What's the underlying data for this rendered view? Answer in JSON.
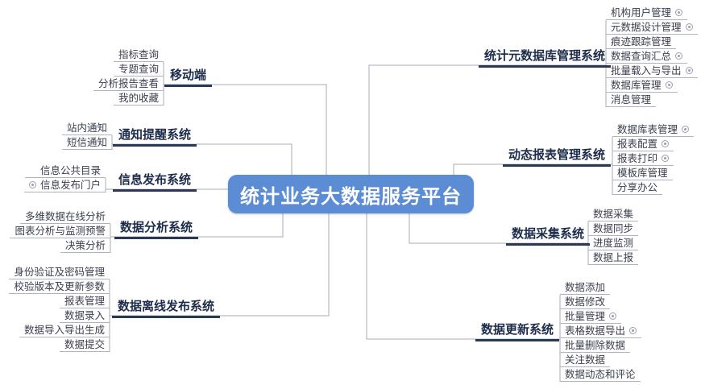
{
  "center": {
    "title": "统计业务大数据服务平台"
  },
  "colors": {
    "center_node_blue": "#5b8cd4",
    "branch_underline_dark": "#2a3854",
    "connector_gray": "#a6acb8"
  },
  "branches": [
    {
      "label": "移动端",
      "side": "left",
      "children": [
        {
          "label": "指标查询"
        },
        {
          "label": "专题查询"
        },
        {
          "label": "分析报告查看"
        },
        {
          "label": "我的收藏"
        }
      ]
    },
    {
      "label": "通知提醒系统",
      "side": "left",
      "children": [
        {
          "label": "站内通知"
        },
        {
          "label": "短信通知"
        }
      ]
    },
    {
      "label": "信息发布系统",
      "side": "left",
      "children": [
        {
          "label": "信息公共目录"
        },
        {
          "label": "信息发布门户",
          "icon": "circle-dot-icon"
        }
      ]
    },
    {
      "label": "数据分析系统",
      "side": "left",
      "children": [
        {
          "label": "多维数据在线分析"
        },
        {
          "label": "图表分析与监测预警"
        },
        {
          "label": "决策分析"
        }
      ]
    },
    {
      "label": "数据离线发布系统",
      "side": "left",
      "children": [
        {
          "label": "身份验证及密码管理"
        },
        {
          "label": "校验版本及更新参数"
        },
        {
          "label": "报表管理"
        },
        {
          "label": "数据录入"
        },
        {
          "label": "数据导入导出生成"
        },
        {
          "label": "数据提交"
        }
      ]
    },
    {
      "label": "统计元数据库管理系统",
      "side": "right",
      "children": [
        {
          "label": "机构用户管理",
          "icon": "circle-dot-icon"
        },
        {
          "label": "元数据设计管理",
          "icon": "circle-dot-icon"
        },
        {
          "label": "痕迹跟踪管理"
        },
        {
          "label": "数据查询汇总",
          "icon": "circle-dot-icon"
        },
        {
          "label": "批量载入与导出",
          "icon": "circle-dot-icon"
        },
        {
          "label": "数据库管理",
          "icon": "circle-dot-icon"
        },
        {
          "label": "消息管理"
        }
      ]
    },
    {
      "label": "动态报表管理系统",
      "side": "right",
      "children": [
        {
          "label": "数据库表管理",
          "icon": "circle-dot-icon"
        },
        {
          "label": "报表配置",
          "icon": "circle-dot-icon"
        },
        {
          "label": "报表打印",
          "icon": "circle-dot-icon"
        },
        {
          "label": "模板库管理"
        },
        {
          "label": "分享办公"
        }
      ]
    },
    {
      "label": "数据采集系统",
      "side": "right",
      "children": [
        {
          "label": "数据采集"
        },
        {
          "label": "数据同步"
        },
        {
          "label": "进度监测"
        },
        {
          "label": "数据上报"
        }
      ]
    },
    {
      "label": "数据更新系统",
      "side": "right",
      "children": [
        {
          "label": "数据添加"
        },
        {
          "label": "数据修改"
        },
        {
          "label": "批量管理",
          "icon": "circle-dot-icon"
        },
        {
          "label": "表格数据导出",
          "icon": "circle-dot-icon"
        },
        {
          "label": "批量删除数据"
        },
        {
          "label": "关注数据"
        },
        {
          "label": "数据动态和评论"
        }
      ]
    }
  ]
}
